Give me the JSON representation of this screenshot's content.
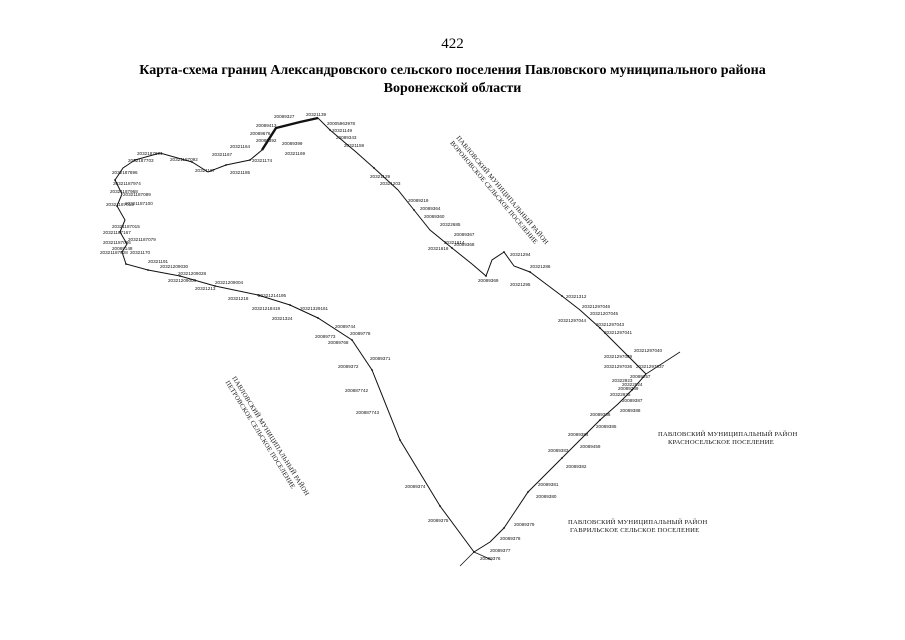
{
  "page_number": "422",
  "title": {
    "line1": "Карта-схема границ Александровского сельского поселения Павловского муниципального района",
    "line2": "Воронежской области"
  },
  "regions": [
    {
      "id": "voronovskoe",
      "line1": "ПАВЛОВСКИЙ МУНИЦИПАЛЬНЫЙ РАЙОН",
      "line2": "ВОРОНОВСКОЕ СЕЛЬСКОЕ ПОСЕЛЕНИЕ"
    },
    {
      "id": "petrovskoe",
      "line1": "ПАВЛОВСКИЙ МУНИЦИПАЛЬНЫЙ РАЙОН",
      "line2": "ПЕТРОВСКОЕ СЕЛЬСКОЕ ПОСЕЛЕНИЕ"
    },
    {
      "id": "krasnoselskoe",
      "line1": "ПАВЛОВСКИЙ МУНИЦИПАЛЬНЫЙ РАЙОН",
      "line2": "КРАСНОСЕЛЬСКОЕ ПОСЕЛЕНИЕ"
    },
    {
      "id": "gavrilskoe",
      "line1": "ПАВЛОВСКИЙ МУНИЦИПАЛЬНЫЙ РАЙОН",
      "line2": "ГАВРИЛЬСКОЕ СЕЛЬСКОЕ ПОСЕЛЕНИЕ"
    }
  ],
  "point_labels": [
    "20089327",
    "20321139",
    "20089413",
    "20005963978",
    "20321149",
    "20089676",
    "20089343",
    "20089392",
    "20089399",
    "20321159",
    "20321164",
    "20321167",
    "20321169",
    "20321174",
    "20321185",
    "2032187694",
    "2032187703",
    "20321187092",
    "20321187",
    "2032187896",
    "20321187974",
    "20321187968",
    "20321187089",
    "20321187013",
    "20321187100",
    "20321187015",
    "20321187167",
    "20321187079",
    "20321187086",
    "20089148",
    "20321187028",
    "20321170",
    "20321191",
    "20321209030",
    "20321209028",
    "20321209008",
    "20321209004",
    "20321213",
    "20321214195",
    "20321218",
    "20321218419",
    "20321324",
    "20321329161",
    "20089744",
    "20089778",
    "20089773",
    "20089768",
    "20089371",
    "20089372",
    "200887742",
    "200887743",
    "20089374",
    "20089375",
    "20089376",
    "20089377",
    "20089378",
    "20089379",
    "20089380",
    "20089381",
    "20089382",
    "20089383",
    "20089384",
    "20089385",
    "20089386",
    "20089387",
    "20089388",
    "20089389",
    "20321129",
    "20321203",
    "20089219",
    "20089364",
    "20089360",
    "20322685",
    "20089368",
    "20089367",
    "20321286",
    "20321294",
    "20089369",
    "20321295",
    "20321312",
    "20321297046",
    "20321207045",
    "20321297044",
    "20321297043",
    "20321297041",
    "20321297040",
    "20321297039",
    "20321297037",
    "20321297036",
    "20089257",
    "20322923",
    "20322924",
    "20322925",
    "20089459",
    "20321614",
    "20321616"
  ]
}
